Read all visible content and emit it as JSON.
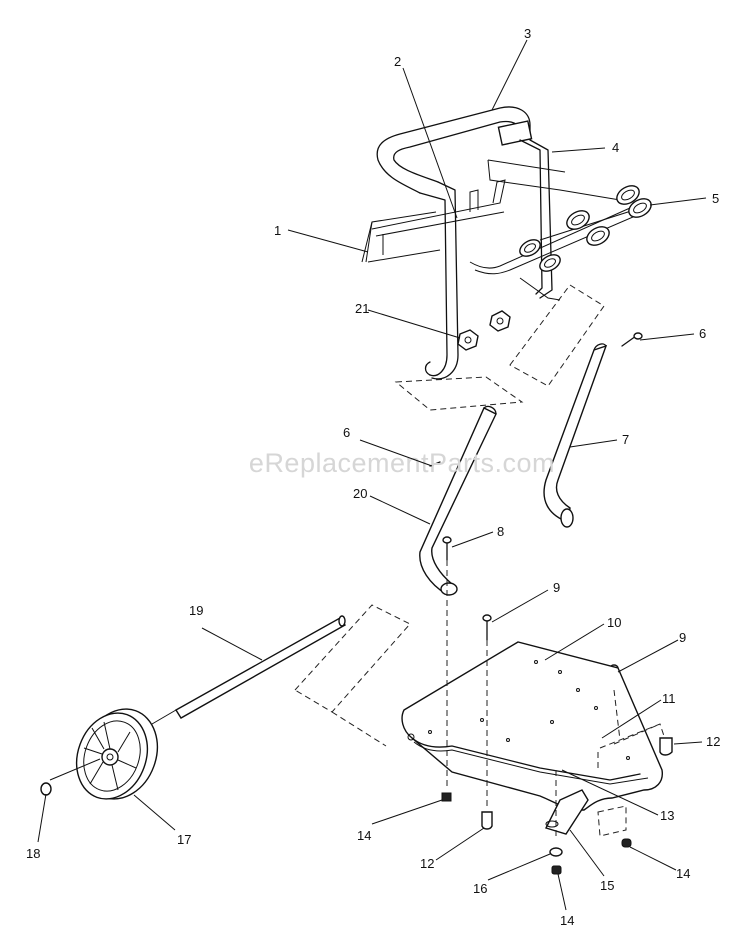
{
  "watermark": "eReplacementParts.com",
  "callouts": [
    "1",
    "2",
    "3",
    "4",
    "5",
    "6",
    "6",
    "7",
    "8",
    "9",
    "9",
    "10",
    "11",
    "12",
    "12",
    "13",
    "14",
    "14",
    "14",
    "15",
    "16",
    "17",
    "18",
    "19",
    "20",
    "21"
  ],
  "icons": {
    "wheel": "wheel-icon",
    "axle": "axle-icon",
    "base_plate": "base-plate-icon",
    "handle": "handle-icon",
    "hose_rack": "hose-rack-icon",
    "bracket": "wire-bracket-icon",
    "knob": "knob-icon",
    "bolt": "bolt-icon",
    "foot": "rubber-foot-icon",
    "nut": "nut-icon",
    "leg": "leg-tube-icon",
    "cap": "cap-icon"
  }
}
